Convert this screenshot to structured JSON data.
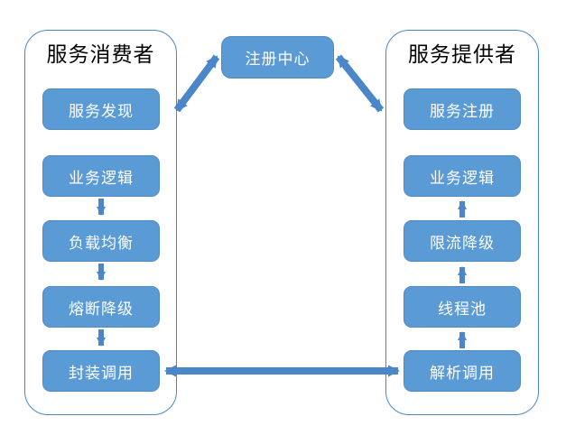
{
  "diagram": {
    "title_left": "服务消费者",
    "title_right": "服务提供者",
    "registry": {
      "label": "注册中心"
    },
    "colors": {
      "node_fill": "#5b9bd5",
      "node_border": "#508cc0",
      "panel_border": "#4a86c8",
      "arrow": "#4a86c8",
      "title_text": "#000000",
      "node_text": "#ffffff",
      "background": "#ffffff"
    },
    "consumer_nodes": [
      {
        "label": "服务发现"
      },
      {
        "label": "业务逻辑"
      },
      {
        "label": "负载均衡"
      },
      {
        "label": "熔断降级"
      },
      {
        "label": "封装调用"
      }
    ],
    "provider_nodes": [
      {
        "label": "服务注册"
      },
      {
        "label": "业务逻辑"
      },
      {
        "label": "限流降级"
      },
      {
        "label": "线程池"
      },
      {
        "label": "解析调用"
      }
    ],
    "connectors": [
      {
        "name": "consumer-logic-to-loadbalance",
        "kind": "down-arrow"
      },
      {
        "name": "consumer-loadbalance-to-circuitbreak",
        "kind": "down-arrow"
      },
      {
        "name": "consumer-circuitbreak-to-encapsulate",
        "kind": "down-arrow"
      },
      {
        "name": "provider-parse-to-threadpool",
        "kind": "up-arrow"
      },
      {
        "name": "provider-threadpool-to-ratelimit",
        "kind": "up-arrow"
      },
      {
        "name": "provider-ratelimit-to-logic",
        "kind": "up-arrow"
      },
      {
        "name": "consumer-to-registry",
        "kind": "double-arrow-diagonal"
      },
      {
        "name": "provider-to-registry",
        "kind": "double-arrow-diagonal"
      },
      {
        "name": "consumer-to-provider-invoke",
        "kind": "double-arrow-horizontal"
      }
    ]
  }
}
